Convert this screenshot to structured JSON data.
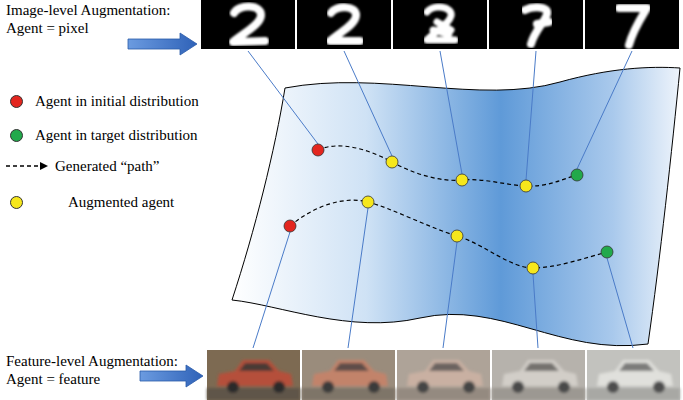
{
  "diagram": {
    "labels": [
      "Image-level Augmentation: Agent = pixel",
      "Feature-level Augmentation: Agent = feature"
    ],
    "legend": [
      {
        "text": "Agent in initial distribution",
        "color": "#e3261f"
      },
      {
        "text": "Agent in target distribution",
        "color": "#22a94b"
      },
      {
        "text": "Generated “path”"
      },
      {
        "text": "Augmented agent",
        "color": "#f6e71c"
      }
    ]
  }
}
